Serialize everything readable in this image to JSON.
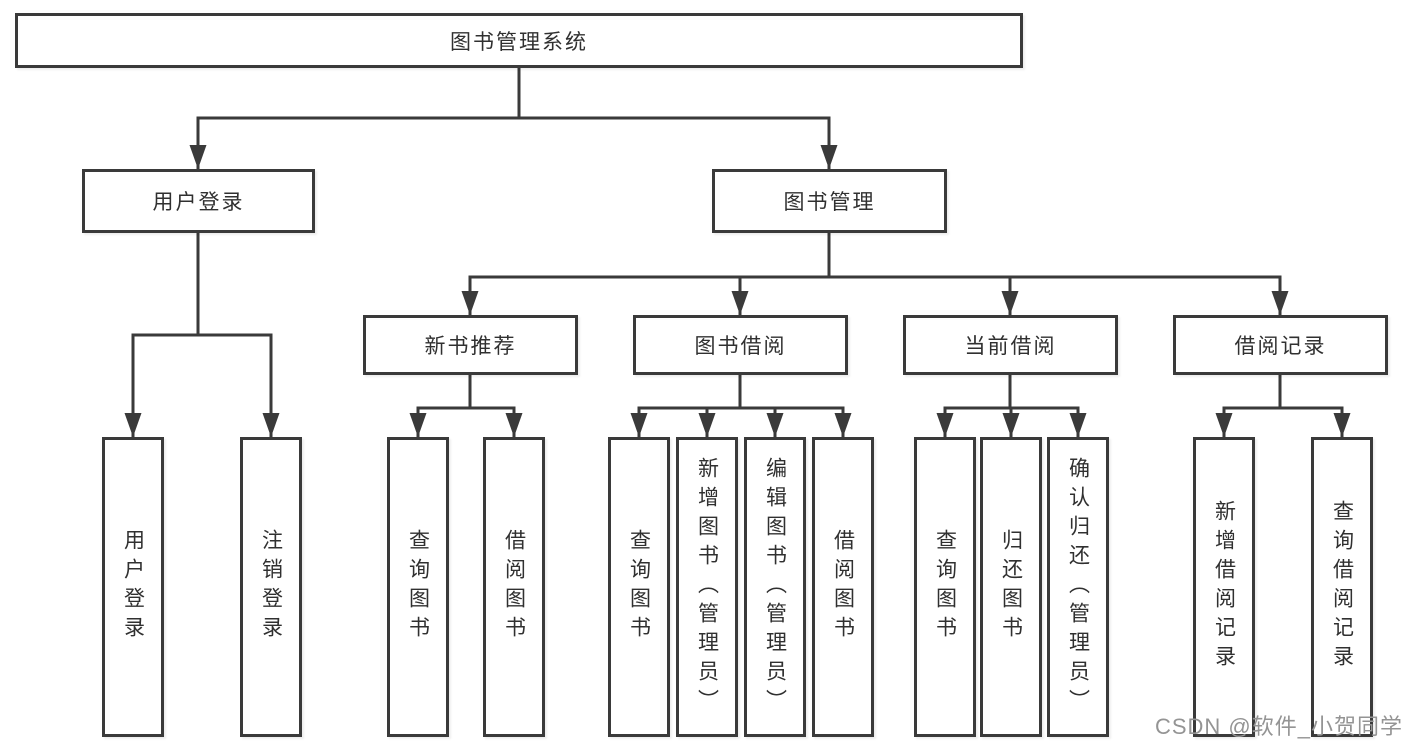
{
  "title": "图书管理系统",
  "level2": [
    {
      "label": "用户登录"
    },
    {
      "label": "图书管理"
    }
  ],
  "level3": [
    {
      "label": "新书推荐",
      "parent": "图书管理"
    },
    {
      "label": "图书借阅",
      "parent": "图书管理"
    },
    {
      "label": "当前借阅",
      "parent": "图书管理"
    },
    {
      "label": "借阅记录",
      "parent": "图书管理"
    }
  ],
  "leaves": [
    {
      "label": "用户登录",
      "parent": "用户登录"
    },
    {
      "label": "注销登录",
      "parent": "用户登录"
    },
    {
      "label": "查询图书",
      "parent": "新书推荐"
    },
    {
      "label": "借阅图书",
      "parent": "新书推荐"
    },
    {
      "label": "查询图书",
      "parent": "图书借阅"
    },
    {
      "label": "新增图书（管理员）",
      "parent": "图书借阅"
    },
    {
      "label": "编辑图书（管理员）",
      "parent": "图书借阅"
    },
    {
      "label": "借阅图书",
      "parent": "图书借阅"
    },
    {
      "label": "查询图书",
      "parent": "当前借阅"
    },
    {
      "label": "归还图书",
      "parent": "当前借阅"
    },
    {
      "label": "确认归还（管理员）",
      "parent": "当前借阅"
    },
    {
      "label": "新增借阅记录",
      "parent": "借阅记录"
    },
    {
      "label": "查询借阅记录",
      "parent": "借阅记录"
    }
  ],
  "watermark": {
    "text": "CSDN @软件_小贺同学"
  },
  "colors": {
    "line": "#3a3a3a",
    "box_border": "#3a3a3a",
    "box_fill": "#ffffff",
    "text": "#303030",
    "watermark": "#949494",
    "background": "#ffffff"
  }
}
